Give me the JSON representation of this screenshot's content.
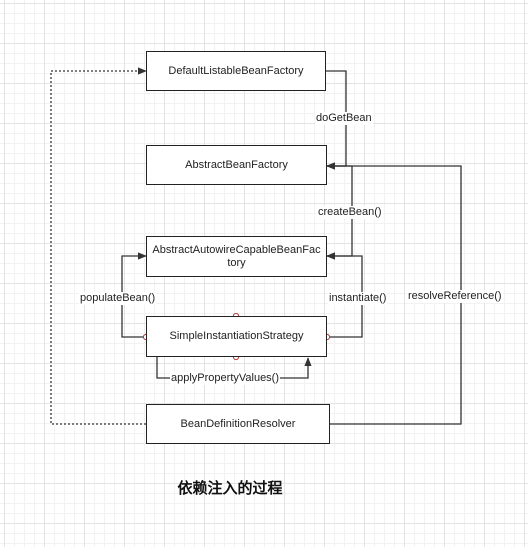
{
  "nodes": {
    "default_listable": "DefaultListableBeanFactory",
    "abstract_bean_factory": "AbstractBeanFactory",
    "abstract_autowire": "AbstractAutowireCapableBeanFactory",
    "simple_instantiation": "SimpleInstantiationStrategy",
    "bean_definition_resolver": "BeanDefinitionResolver"
  },
  "edge_labels": {
    "do_get_bean": "doGetBean",
    "create_bean": "createBean()",
    "populate_bean": "populateBean()",
    "instantiate": "instantiate()",
    "apply_property_values": "applyPropertyValues()",
    "resolve_reference": "resolveReference()"
  },
  "caption": "依赖注入的过程",
  "colors": {
    "line": "#333333",
    "connector": "#b33a3a"
  }
}
